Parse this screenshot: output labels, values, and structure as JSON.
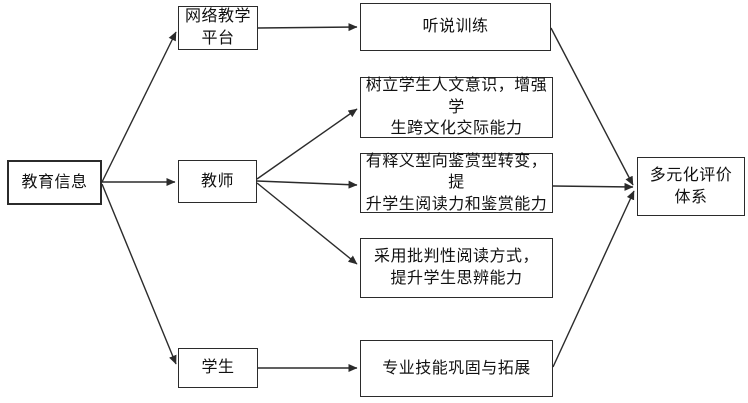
{
  "diagram": {
    "title": "",
    "nodes": {
      "education_info": {
        "label": "教育信息"
      },
      "network_platform": {
        "label": "网络教学\n平台"
      },
      "teacher": {
        "label": "教师"
      },
      "student": {
        "label": "学生"
      },
      "listening_speaking": {
        "label": "听说训练"
      },
      "humanistic": {
        "label": "树立学生人文意识，增强学\n生跨文化交际能力"
      },
      "appreciation": {
        "label": "有释义型向鉴赏型转变，提\n升学生阅读力和鉴赏能力"
      },
      "critical_reading": {
        "label": "采用批判性阅读方式，\n提升学生思辨能力"
      },
      "skill_expansion": {
        "label": "专业技能巩固与拓展"
      },
      "evaluation_system": {
        "label": "多元化评价\n体系"
      }
    },
    "edges": [
      {
        "from": "education_info",
        "to": "network_platform"
      },
      {
        "from": "education_info",
        "to": "teacher"
      },
      {
        "from": "education_info",
        "to": "student"
      },
      {
        "from": "network_platform",
        "to": "listening_speaking"
      },
      {
        "from": "teacher",
        "to": "humanistic"
      },
      {
        "from": "teacher",
        "to": "appreciation"
      },
      {
        "from": "teacher",
        "to": "critical_reading"
      },
      {
        "from": "student",
        "to": "skill_expansion"
      },
      {
        "from": "listening_speaking",
        "to": "evaluation_system"
      },
      {
        "from": "appreciation",
        "to": "evaluation_system"
      },
      {
        "from": "skill_expansion",
        "to": "evaluation_system"
      }
    ],
    "colors": {
      "background": "#ffffff",
      "box_fill": "#ffffff",
      "stroke": "#2b2b2b",
      "text": "#111111"
    }
  }
}
